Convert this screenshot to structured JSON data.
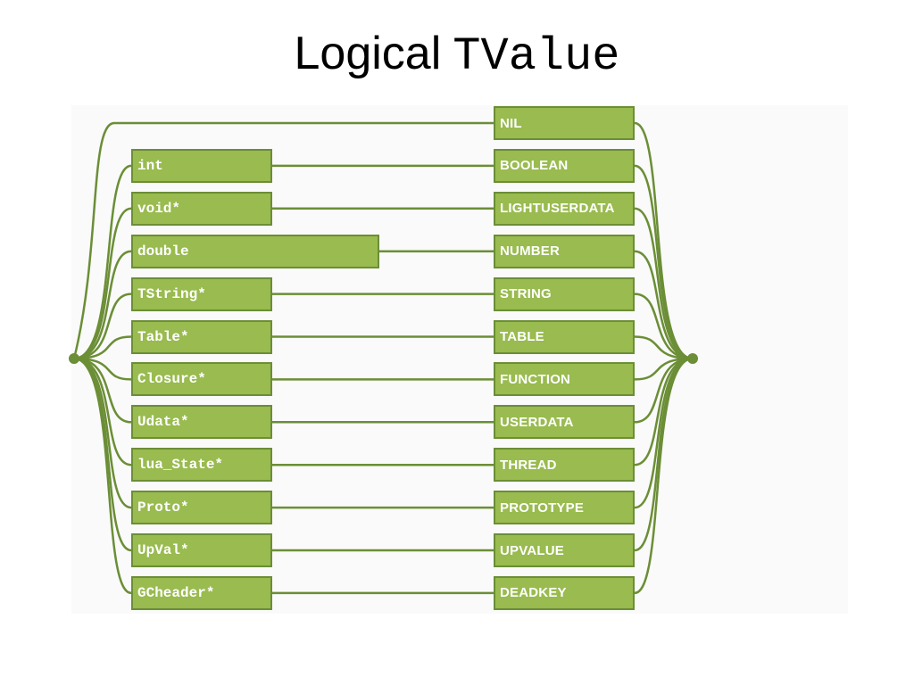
{
  "title": {
    "prefix": "Logical",
    "code": "TValue"
  },
  "colors": {
    "box_fill": "#99bb4f",
    "box_border": "#6b8e36",
    "line": "#6b8e36",
    "text": "#ffffff"
  },
  "rows": [
    {
      "left": null,
      "right": "NIL"
    },
    {
      "left": "int",
      "right": "BOOLEAN"
    },
    {
      "left": "void*",
      "right": "LIGHTUSERDATA"
    },
    {
      "left": "double",
      "right": "NUMBER"
    },
    {
      "left": "TString*",
      "right": "STRING"
    },
    {
      "left": "Table*",
      "right": "TABLE"
    },
    {
      "left": "Closure*",
      "right": "FUNCTION"
    },
    {
      "left": "Udata*",
      "right": "USERDATA"
    },
    {
      "left": "lua_State*",
      "right": "THREAD"
    },
    {
      "left": "Proto*",
      "right": "PROTOTYPE"
    },
    {
      "left": "UpVal*",
      "right": "UPVALUE"
    },
    {
      "left": "GCheader*",
      "right": "DEADKEY"
    }
  ]
}
